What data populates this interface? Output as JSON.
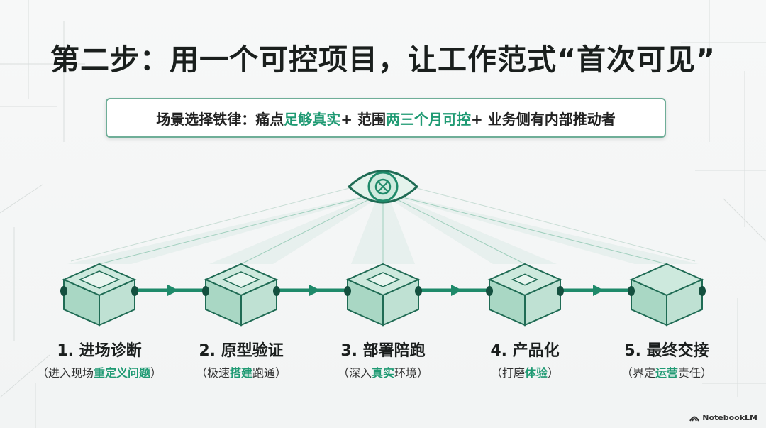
{
  "title": "第二步：用一个可控项目，让工作范式“首次可见”",
  "rule": {
    "prefix": "场景选择铁律：痛点",
    "hl1": "足够真实",
    "mid1": " + 范围",
    "hl2": "两三个月可控",
    "suffix": " + 业务侧有内部推动者"
  },
  "steps": [
    {
      "title": "1. 进场诊断",
      "sub_pre": "（进入现场",
      "sub_hl": "重定义问题",
      "sub_post": "）"
    },
    {
      "title": "2. 原型验证",
      "sub_pre": "（极速",
      "sub_hl": "搭建",
      "sub_post": "跑通）"
    },
    {
      "title": "3. 部署陪跑",
      "sub_pre": "（深入",
      "sub_hl": "真实",
      "sub_post": "环境）"
    },
    {
      "title": "4. 产品化",
      "sub_pre": "（打磨",
      "sub_hl": "体验",
      "sub_post": "）"
    },
    {
      "title": "5. 最终交接",
      "sub_pre": "（界定",
      "sub_hl": "运营",
      "sub_post": "责任）"
    }
  ],
  "logo": "NotebookLM",
  "colors": {
    "accent": "#1f9a73",
    "cube": "#cde9dd",
    "cube_side": "#a9d7c4",
    "stroke": "#1f6b54",
    "connector": "#1f8a6a"
  },
  "icons": {
    "eye": "eye-icon",
    "cube": "cube-icon",
    "logo": "notebooklm-logo-icon"
  }
}
